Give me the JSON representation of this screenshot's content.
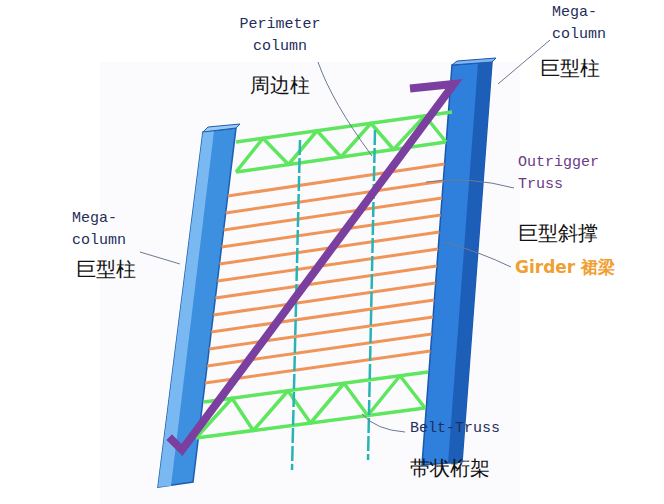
{
  "diagram": {
    "labels": [
      "Perimeter column",
      "周边柱",
      "Mega-column",
      "巨型柱",
      "Mega-column",
      "巨型柱",
      "Outrigger Truss",
      "巨型斜撑",
      "Girder 裙梁",
      "Belt-Truss",
      "带状桁架"
    ]
  }
}
